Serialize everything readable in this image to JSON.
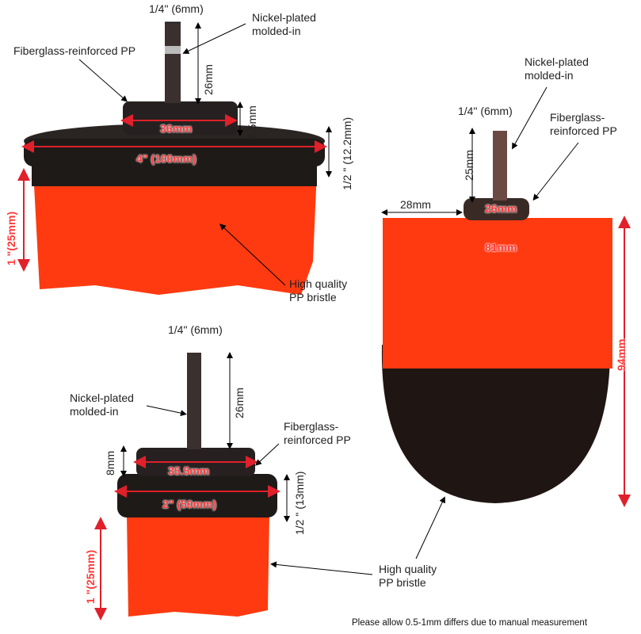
{
  "colors": {
    "bristle": "#ff3a10",
    "body": "#1e1a18",
    "dim_red": "#e0202a"
  },
  "brush_4in": {
    "shank_width": "1/4\" (6mm)",
    "shank_material": [
      "Nickel-plated",
      "molded-in"
    ],
    "body_material": "Fiberglass-reinforced PP",
    "shank_length": "26mm",
    "hub_diameter": "36mm",
    "hub_height": "8.5mm",
    "disc_diameter": "4\" (100mm)",
    "disc_thickness": "1/2 \" (12.2mm)",
    "bristle_length": "1 \"(25mm)",
    "bristle_material": [
      "High quality",
      "PP bristle"
    ]
  },
  "brush_cone": {
    "shank_material": [
      "Nickel-plated",
      "molded-in"
    ],
    "shank_width": "1/4\" (6mm)",
    "body_material": [
      "Fiberglass-",
      "reinforced PP"
    ],
    "shank_length": "25mm",
    "side_width": "28mm",
    "hub_diameter": "26mm",
    "brush_diameter": "81mm",
    "brush_height": "94mm"
  },
  "brush_2in": {
    "shank_width": "1/4\" (6mm)",
    "shank_material": [
      "Nickel-plated",
      "molded-in"
    ],
    "shank_length": "26mm",
    "body_material": [
      "Fiberglass-",
      "reinforced PP"
    ],
    "hub_height": "8mm",
    "hub_diameter": "35.5mm",
    "disc_diameter": "2\" (50mm)",
    "disc_thickness": "1/2 \" (13mm)",
    "bristle_length": "1 \"(25mm)",
    "bristle_material": [
      "High quality",
      "PP bristle"
    ]
  },
  "footer_note": "Please allow 0.5-1mm differs due to manual measurement"
}
